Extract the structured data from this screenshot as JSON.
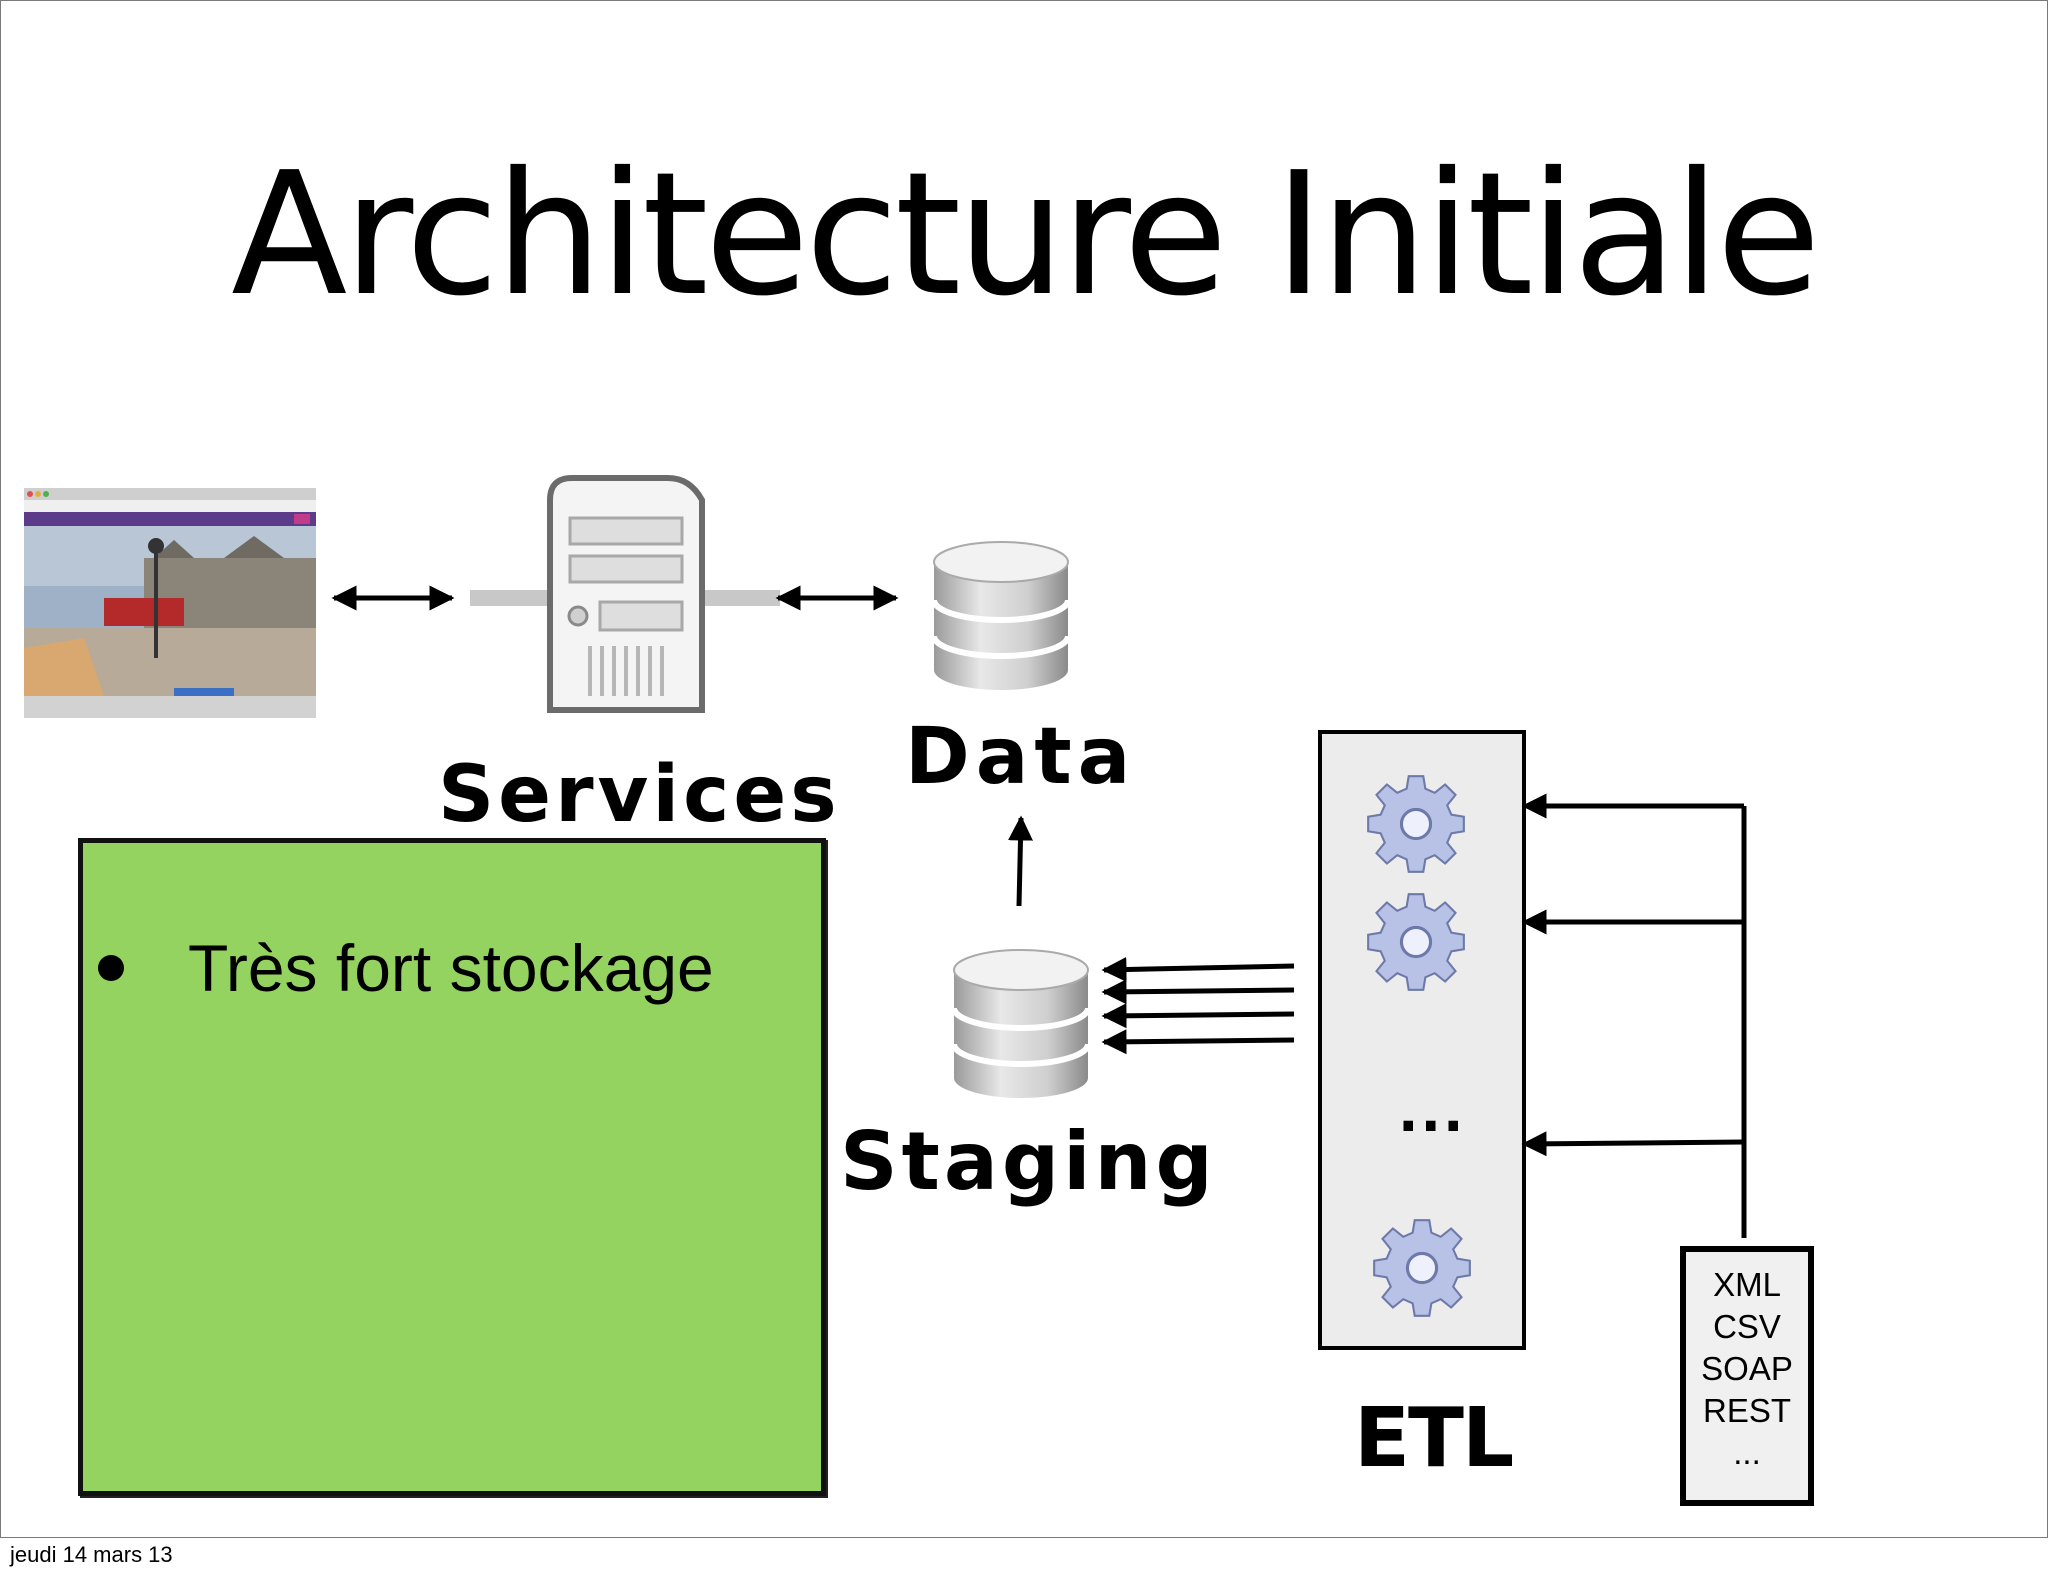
{
  "slide": {
    "title": "Architecture Initiale",
    "bullets": [
      "Très fort stockage"
    ],
    "footer_date": "jeudi 14 mars 13"
  },
  "diagram": {
    "labels": {
      "services": "Services",
      "data": "Data",
      "staging": "Staging",
      "etl": "ETL"
    },
    "etl_ellipsis": "...",
    "formats": [
      "XML",
      "CSV",
      "SOAP",
      "REST",
      "..."
    ],
    "icons": [
      "browser-screenshot-icon",
      "server-icon",
      "database-icon",
      "gear-icon"
    ],
    "colors": {
      "green_box": "#94d35f",
      "etl_box": "#ececec"
    }
  }
}
